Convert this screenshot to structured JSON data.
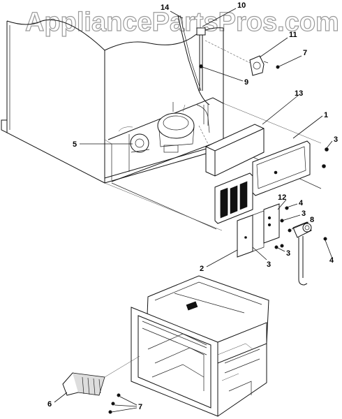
{
  "watermark": "AppliancePartsPros.com",
  "callouts": {
    "c1": "1",
    "c2": "2",
    "c3a": "3",
    "c3b": "3",
    "c3c": "3",
    "c3d": "3",
    "c4a": "4",
    "c4b": "4",
    "c5": "5",
    "c6": "6",
    "c7a": "7",
    "c7b": "7",
    "c8": "8",
    "c9": "9",
    "c10": "10",
    "c11": "11",
    "c12": "12",
    "c13": "13",
    "c14": "14"
  }
}
